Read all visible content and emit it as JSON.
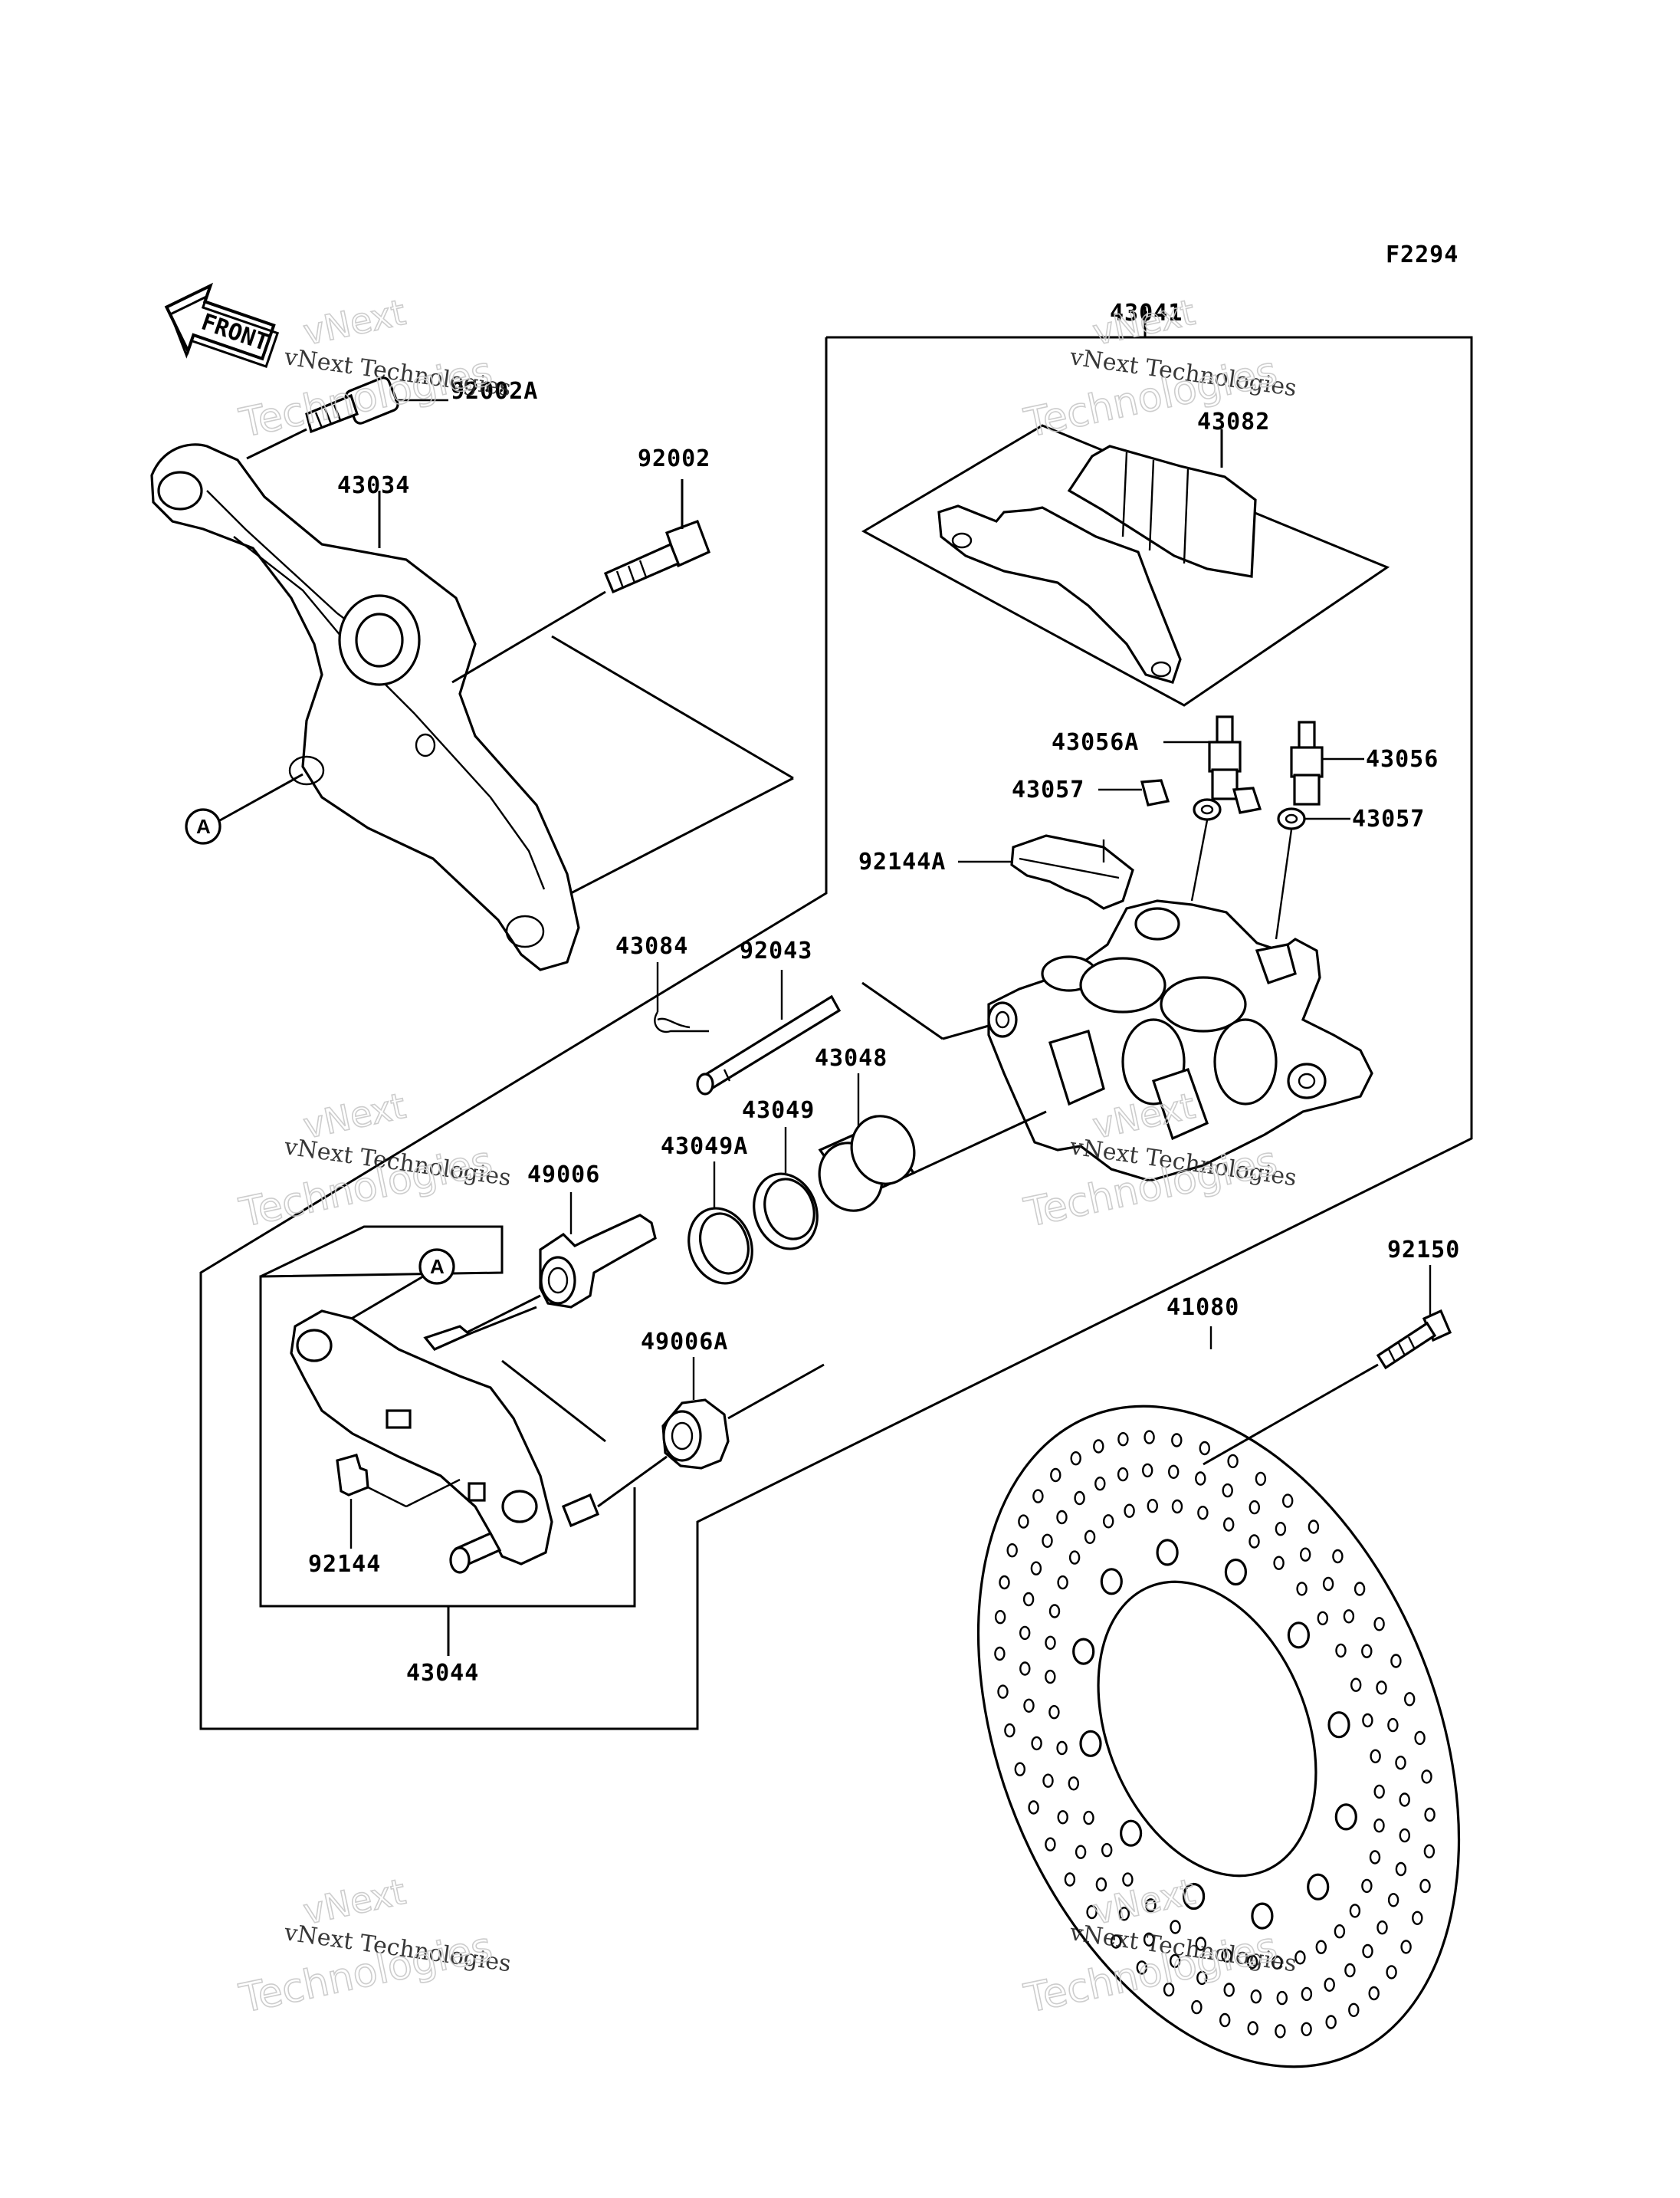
{
  "figure_code": "F2294",
  "front_arrow": "FRONT",
  "callout_letter": "A",
  "watermark": {
    "line1": "vNext",
    "line2": "vNext Technologies",
    "line3": "Technologies"
  },
  "labels": {
    "p43041": "43041",
    "p43082": "43082",
    "p92002A": "92002A",
    "p43034": "43034",
    "p92002": "92002",
    "p43056A": "43056A",
    "p43056": "43056",
    "p43057a": "43057",
    "p43057b": "43057",
    "p92144A": "92144A",
    "p43084": "43084",
    "p92043": "92043",
    "p43048": "43048",
    "p43049": "43049",
    "p43049A": "43049A",
    "p49006": "49006",
    "p49006A": "49006A",
    "p92150": "92150",
    "p41080": "41080",
    "p92144": "92144",
    "p43044": "43044"
  }
}
